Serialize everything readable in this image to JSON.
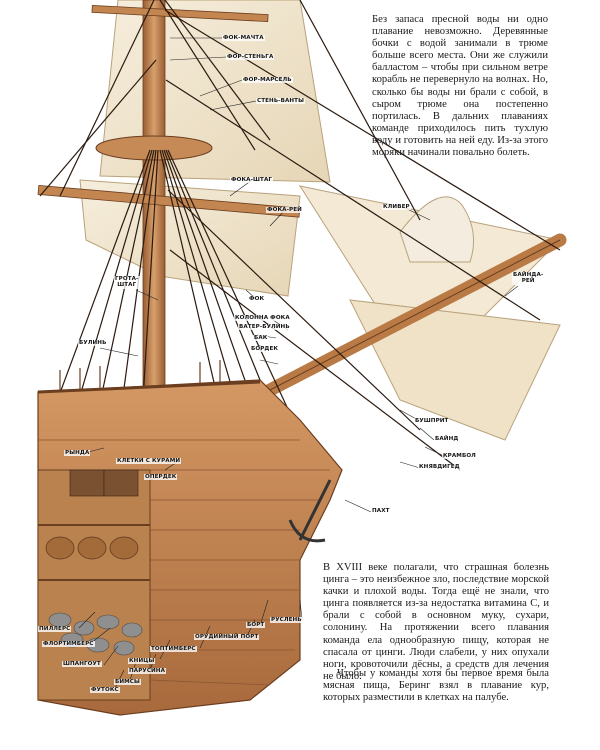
{
  "text": {
    "paragraph_1": "Без запаса пресной воды ни одно плавание невозможно. Деревянные бочки с водой занимали в трюме больше всего места. Они же служили балластом – чтобы при сильном ветре корабль не перевернуло на волнах. Но, сколько бы воды ни брали с собой, в сыром трюме она постепенно портилась. В дальних плаваниях команде приходилось пить тухлую воду и готовить на ней еду. Из-за этого моряки начинали повально болеть.",
    "paragraph_2": "В XVIII веке полагали, что страшная болезнь цинга – это неизбежное зло, последствие морской качки и плохой воды. Тогда ещё не знали, что цинга появляется из-за недостатка витамина С, и брали с собой в основном муку, сухари, солонину. На протяжении всего плавания команда ела однообразную пищу, которая не спасала от цинги. Люди слабели, у них опухали ноги, кровоточили дёсны, а средств для лечения не было.",
    "paragraph_3": "Чтобы у команды хотя бы первое время была мясная пища, Беринг взял в плавание кур, которых разместили в клетках на палубе."
  },
  "labels": {
    "fok_machta": "ФОК-МАЧТА",
    "for_stenga": "ФОР-СТЕНЬГА",
    "for_marsel": "ФОР-МАРСЕЛЬ",
    "sten_vanty": "СТЕНЬ-ВАНТЫ",
    "foka_shtag": "ФОКА-ШТАГ",
    "foka_rey": "ФОКА-РЕЙ",
    "kliver": "КЛИВЕР",
    "grota_shtag_1": "ГРОТА-",
    "grota_shtag_2": "ШТАГ",
    "bindarey_1": "БАЙНДА-",
    "bindarey_2": "РЕЙ",
    "fok": "ФОК",
    "kolonna_foka": "КОЛОННА ФОКА",
    "vater_buling": "ВАТЕР-БУЛИНЬ",
    "bak": "БАК",
    "bordek": "БОРДЕК",
    "buling": "БУЛИНЬ",
    "rynda": "РЫНДА",
    "kletki_s_kurami": "КЛЕТКИ С КУРАМИ",
    "operdek": "ОПЕРДЕК",
    "bushprit": "БУШПРИТ",
    "baynd": "БАЙНД",
    "krambol": "КРАМБОЛ",
    "knyavdiged": "КНЯВДИГЕД",
    "pakht": "ПАХТ",
    "piljers": "ПИЛЛЕРС",
    "flortimbers": "ФЛОРТИМБЕРС",
    "shpangout": "ШПАНГОУТ",
    "futoks": "ФУТОКС",
    "bimsy": "БИМСЫ",
    "knicy": "КНИЦЫ",
    "parusina": "ПАРУСИНА",
    "toptimbers": "ТОПТИМБЕРС",
    "orudiyny_port": "ОРУДИЙНЫЙ ПОРТ",
    "bort": "БОРТ",
    "rusleny": "РУСЛЕНЬ"
  },
  "colors": {
    "wood": "#c98c55",
    "wood_dark": "#8a5430",
    "sail": "#f1e6cf",
    "rope": "#2a1a10",
    "text": "#1a1a1a"
  }
}
